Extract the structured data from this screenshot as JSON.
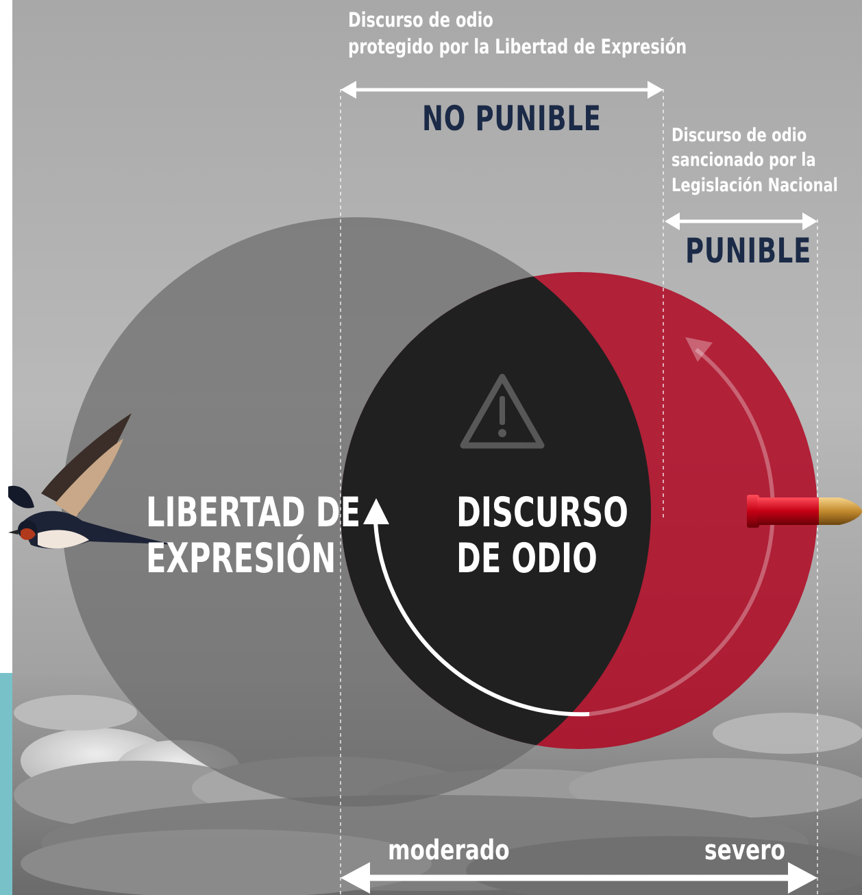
{
  "top_note": {
    "line1": "Discurso de odio",
    "line2": "protegido por la Libertad de Expresión"
  },
  "no_punible_label": "NO PUNIBLE",
  "right_note": {
    "line1": "Discurso de odio",
    "line2": "sancionado por la",
    "line3": "Legislación Nacional"
  },
  "punible_label": "PUNIBLE",
  "circle_left": {
    "line1": "LIBERTAD DE",
    "line2": "EXPRESIÓN"
  },
  "circle_right": {
    "line1": "DISCURSO",
    "line2": "DE ODIO"
  },
  "scale": {
    "left": "moderado",
    "right": "severo"
  },
  "colors": {
    "navy_label": "#1b2a47",
    "hate_red": "#b0001c",
    "overlap_dark": "#202020",
    "side_teal": "#79c1c9"
  },
  "icons": [
    "warning-icon",
    "swallow-bird-icon",
    "bullet-icon"
  ]
}
